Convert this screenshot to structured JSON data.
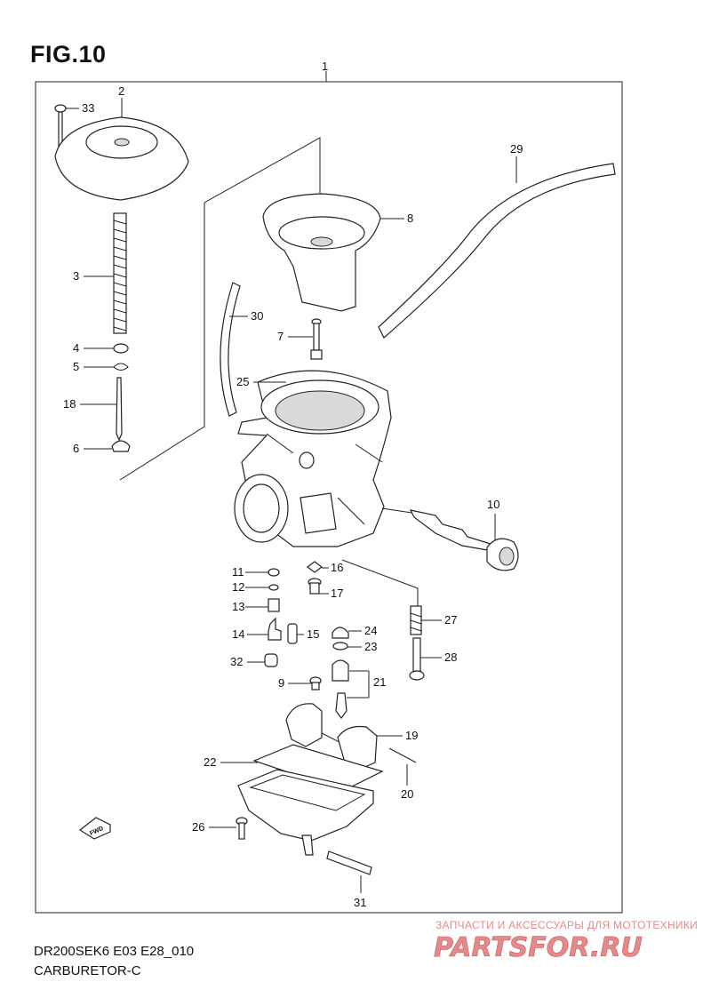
{
  "figure": {
    "title": "FIG.10",
    "model_code": "DR200SEK6 E03 E28_010",
    "section_name": "CARBURETOR-C"
  },
  "parts": [
    {
      "ref": "1"
    },
    {
      "ref": "2"
    },
    {
      "ref": "3"
    },
    {
      "ref": "4"
    },
    {
      "ref": "5"
    },
    {
      "ref": "6"
    },
    {
      "ref": "7"
    },
    {
      "ref": "8"
    },
    {
      "ref": "9"
    },
    {
      "ref": "10"
    },
    {
      "ref": "11"
    },
    {
      "ref": "12"
    },
    {
      "ref": "13"
    },
    {
      "ref": "14"
    },
    {
      "ref": "15"
    },
    {
      "ref": "16"
    },
    {
      "ref": "17"
    },
    {
      "ref": "18"
    },
    {
      "ref": "19"
    },
    {
      "ref": "20"
    },
    {
      "ref": "21"
    },
    {
      "ref": "22"
    },
    {
      "ref": "23"
    },
    {
      "ref": "24"
    },
    {
      "ref": "25"
    },
    {
      "ref": "26"
    },
    {
      "ref": "27"
    },
    {
      "ref": "28"
    },
    {
      "ref": "29"
    },
    {
      "ref": "30"
    },
    {
      "ref": "31"
    },
    {
      "ref": "32"
    },
    {
      "ref": "33"
    }
  ],
  "direction_marker": "FWD",
  "watermark": {
    "caption": "ЗАПЧАСТИ И АКСЕССУАРЫ ДЛЯ МОТОТЕХНИКИ",
    "logo_text": "PARTSFOR.RU",
    "color": "#e58a8a"
  }
}
